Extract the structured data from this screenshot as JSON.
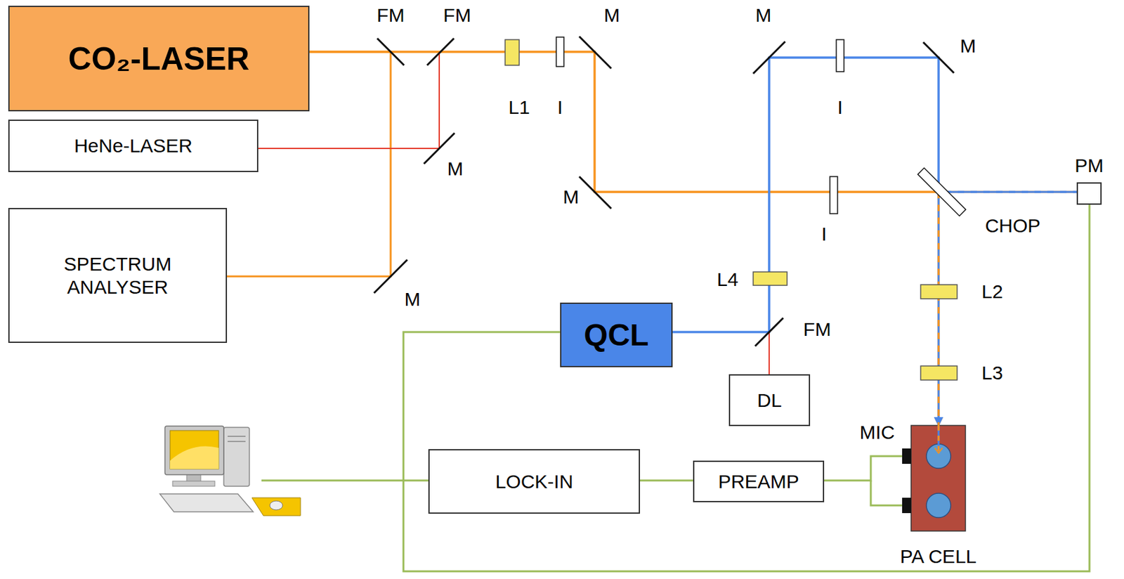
{
  "diagram": {
    "nodes": [
      {
        "text": [
          "CO₂-LASER"
        ]
      },
      {
        "text": [
          "HeNe-LASER"
        ]
      },
      {
        "text": [
          "PM"
        ]
      },
      {
        "text": [
          "SPECTRUM ANALYSER"
        ]
      },
      {
        "text": [
          "QCL"
        ]
      },
      {
        "text": [
          "DL"
        ]
      },
      {
        "text": [
          "LOCK-IN"
        ]
      },
      {
        "text": [
          "PREAMP"
        ]
      },
      {
        "text": [
          "PA CELL"
        ]
      }
    ],
    "edges": [
      {
        "from": 0,
        "to": 3,
        "arrow": "none"
      },
      {
        "from": 0,
        "to": 8,
        "arrow": "to"
      },
      {
        "from": 0,
        "to": 2,
        "arrow": "none"
      },
      {
        "from": 4,
        "to": 8,
        "arrow": "to"
      },
      {
        "from": 4,
        "to": 2,
        "arrow": "none"
      },
      {
        "from": 4,
        "to": 2,
        "arrow": "none"
      },
      {
        "from": 6,
        "to": 7,
        "arrow": "none"
      },
      {
        "from": 7,
        "to": 8,
        "arrow": "none"
      }
    ],
    "labels": [
      "FM",
      "FM",
      "M",
      "M",
      "M",
      "L1",
      "I",
      "I",
      "M",
      "M",
      "I",
      "CHOP",
      "L4",
      "L2",
      "M",
      "FM",
      "L3",
      "MIC"
    ]
  }
}
